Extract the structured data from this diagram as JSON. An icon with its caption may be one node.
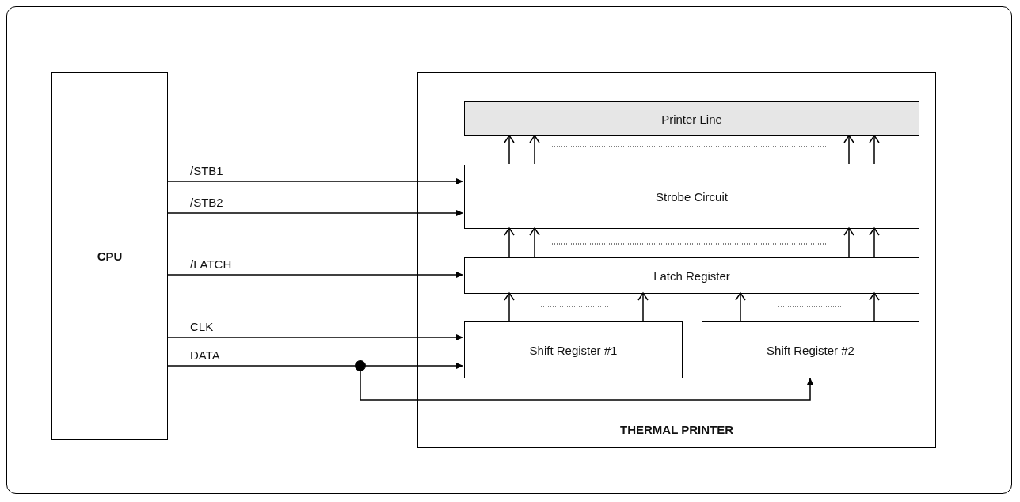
{
  "diagram": {
    "nodes": [
      {
        "text": [
          "CPU"
        ]
      },
      {
        "text": [
          "THERMAL PRINTER"
        ]
      },
      {
        "text": [
          "Printer Line"
        ],
        "in": 1
      },
      {
        "text": [
          "Strobe Circuit"
        ],
        "in": 1
      },
      {
        "text": [
          "Latch Register"
        ],
        "in": 1
      },
      {
        "text": [
          "Shift Register #1"
        ],
        "in": 1
      },
      {
        "text": [
          "Shift Register #2"
        ],
        "in": 1
      },
      {
        "text": [],
        "shape": "circle"
      }
    ],
    "edges": [
      {
        "from": 0,
        "to": 3,
        "arrow": "to",
        "label": "/STB1"
      },
      {
        "from": 0,
        "to": 3,
        "arrow": "to",
        "label": "/STB2"
      },
      {
        "from": 0,
        "to": 4,
        "arrow": "to",
        "label": "/LATCH"
      },
      {
        "from": 0,
        "to": 5,
        "arrow": "to",
        "label": "CLK"
      },
      {
        "from": 0,
        "to": 7,
        "arrow": "none",
        "label": "DATA"
      },
      {
        "from": 7,
        "to": 5,
        "arrow": "to"
      },
      {
        "from": 7,
        "to": 6,
        "arrow": "to"
      },
      {
        "from": 3,
        "to": 2,
        "arrow": "to"
      },
      {
        "from": 3,
        "to": 2,
        "arrow": "to"
      },
      {
        "from": 3,
        "to": 2,
        "arrow": "to"
      },
      {
        "from": 3,
        "to": 2,
        "arrow": "to"
      },
      {
        "from": 4,
        "to": 3,
        "arrow": "to"
      },
      {
        "from": 4,
        "to": 3,
        "arrow": "to"
      },
      {
        "from": 4,
        "to": 3,
        "arrow": "to"
      },
      {
        "from": 4,
        "to": 3,
        "arrow": "to"
      },
      {
        "from": 5,
        "to": 4,
        "arrow": "to"
      },
      {
        "from": 5,
        "to": 4,
        "arrow": "to"
      },
      {
        "from": 6,
        "to": 4,
        "arrow": "to"
      },
      {
        "from": 6,
        "to": 4,
        "arrow": "to"
      }
    ]
  }
}
